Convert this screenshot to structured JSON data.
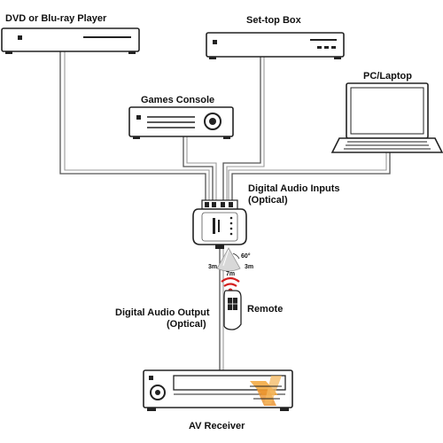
{
  "devices": {
    "dvd": {
      "label": "DVD or Blu-ray Player"
    },
    "stb": {
      "label": "Set-top Box"
    },
    "pc": {
      "label": "PC/Laptop"
    },
    "games": {
      "label": "Games Console"
    },
    "receiver": {
      "label": "AV Receiver"
    }
  },
  "labels": {
    "inputs_line1": "Digital Audio Inputs",
    "inputs_line2": "(Optical)",
    "output_line1": "Digital Audio Output",
    "output_line2": "(Optical)",
    "remote": "Remote",
    "range_left": "3m",
    "range_right": "3m",
    "range_center": "7m",
    "angle": "60°"
  },
  "icons": [
    "dvd-player-icon",
    "set-top-box-icon",
    "laptop-icon",
    "games-console-icon",
    "audio-switch-icon",
    "remote-control-icon",
    "av-receiver-icon",
    "ir-signal-icon"
  ]
}
